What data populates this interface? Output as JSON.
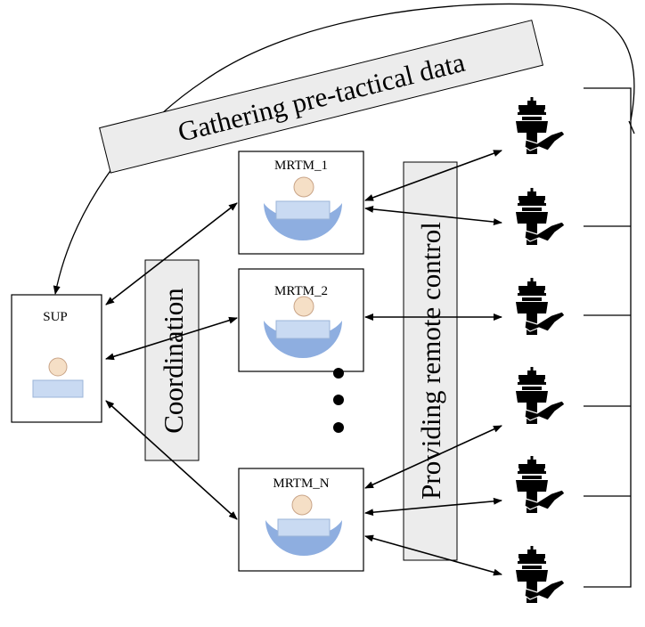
{
  "diagram": {
    "banner": "Gathering pre-tactical data",
    "coordination": "Coordination",
    "remote_control": "Providing remote control",
    "supervisor": "SUP",
    "mrtm": [
      "MRTM_1",
      "MRTM_2",
      "MRTM_N"
    ],
    "tower_icon": "control-tower-icon",
    "tower_count": 6,
    "colors": {
      "operator_head": "#f5dfc6",
      "operator_body": "#c9daf2",
      "operator_desk": "#8eaee0",
      "label_box": "#ececec"
    }
  }
}
